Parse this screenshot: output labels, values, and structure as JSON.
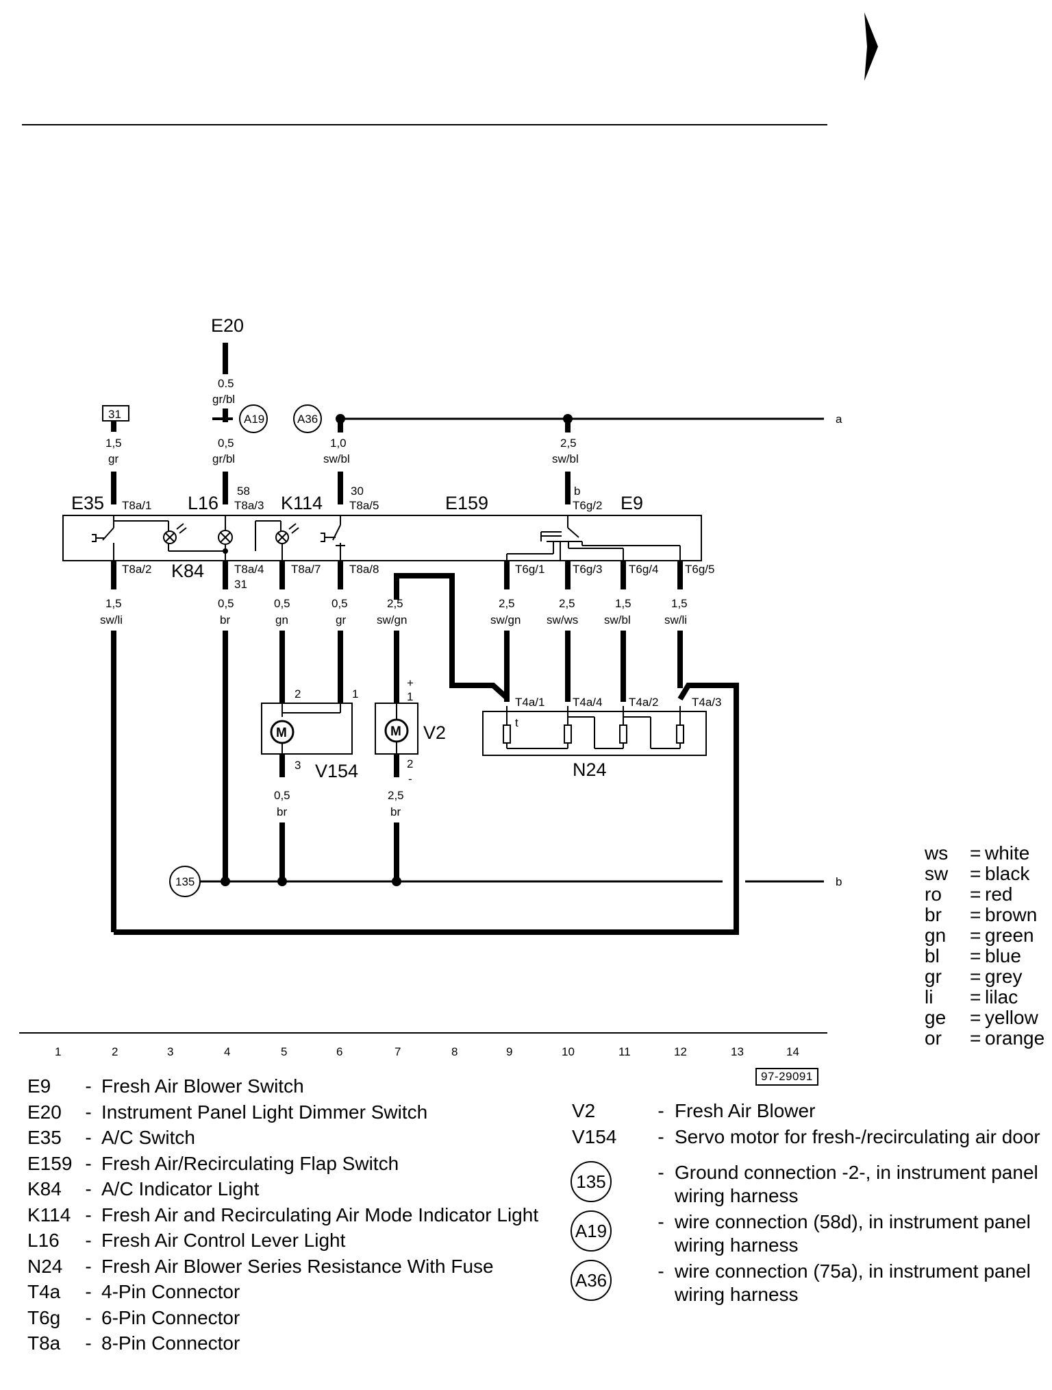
{
  "labels": {
    "e20": "E20",
    "e35": "E35",
    "l16": "L16",
    "k114": "K114",
    "e159": "E159",
    "e9": "E9",
    "k84": "K84",
    "v154": "V154",
    "v2": "V2",
    "n24": "N24",
    "term_31": "31",
    "a19": "A19",
    "a36": "A36",
    "g135": "135",
    "line_a": "a",
    "line_b": "b",
    "pin_58": "58",
    "pin_30": "30",
    "pin_31": "31",
    "pin_b": "b",
    "plus": "+",
    "minus": "-",
    "v154_pin1": "1",
    "v154_pin2": "2",
    "v154_pin3": "3",
    "v2_pin1": "1",
    "v2_pin2": "2"
  },
  "connectors": {
    "t8a1": "T8a/1",
    "t8a3": "T8a/3",
    "t8a5": "T8a/5",
    "t8a2": "T8a/2",
    "t8a4": "T8a/4",
    "t8a7": "T8a/7",
    "t8a8": "T8a/8",
    "t6g2": "T6g/2",
    "t6g1": "T6g/1",
    "t6g3": "T6g/3",
    "t6g4": "T6g/4",
    "t6g5": "T6g/5",
    "t4a1": "T4a/1",
    "t4a4": "T4a/4",
    "t4a2": "T4a/2",
    "t4a3": "T4a/3"
  },
  "wires": {
    "e20_size": "0.5",
    "e20_color": "gr/bl",
    "w2_top_size": "1,5",
    "w2_top_color": "gr",
    "w4_top_size": "0,5",
    "w4_top_color": "gr/bl",
    "w6_top_size": "1,0",
    "w6_top_color": "sw/bl",
    "w10_top_size": "2,5",
    "w10_top_color": "sw/bl",
    "w2_bot_size": "1,5",
    "w2_bot_color": "sw/li",
    "w4_bot_size": "0,5",
    "w4_bot_color": "br",
    "w5_bot_size": "0,5",
    "w5_bot_color": "gn",
    "w6_bot_size": "0,5",
    "w6_bot_color": "gr",
    "w7_bot_size": "2,5",
    "w7_bot_color": "sw/gn",
    "w9_bot_size": "2,5",
    "w9_bot_color": "sw/gn",
    "w10_bot_size": "2,5",
    "w10_bot_color": "sw/ws",
    "w11_bot_size": "1,5",
    "w11_bot_color": "sw/bl",
    "w12_bot_size": "1,5",
    "w12_bot_color": "sw/li",
    "v154_gnd_size": "0,5",
    "v154_gnd_color": "br",
    "v2_gnd_size": "2,5",
    "v2_gnd_color": "br"
  },
  "grid_numbers": [
    "1",
    "2",
    "3",
    "4",
    "5",
    "6",
    "7",
    "8",
    "9",
    "10",
    "11",
    "12",
    "13",
    "14"
  ],
  "figure_id": "97-29091",
  "color_key": [
    {
      "code": "ws",
      "name": "white"
    },
    {
      "code": "sw",
      "name": "black"
    },
    {
      "code": "ro",
      "name": "red"
    },
    {
      "code": "br",
      "name": "brown"
    },
    {
      "code": "gn",
      "name": "green"
    },
    {
      "code": "bl",
      "name": "blue"
    },
    {
      "code": "gr",
      "name": "grey"
    },
    {
      "code": "li",
      "name": "lilac"
    },
    {
      "code": "ge",
      "name": "yellow"
    },
    {
      "code": "or",
      "name": "orange"
    }
  ],
  "legend_left": [
    {
      "code": "E9",
      "desc": "Fresh Air Blower Switch"
    },
    {
      "code": "E20",
      "desc": "Instrument Panel Light Dimmer Switch"
    },
    {
      "code": "E35",
      "desc": "A/C Switch"
    },
    {
      "code": "E159",
      "desc": "Fresh Air/Recirculating Flap Switch"
    },
    {
      "code": "K84",
      "desc": "A/C Indicator Light"
    },
    {
      "code": "K114",
      "desc": "Fresh Air and Recirculating Air Mode Indicator Light"
    },
    {
      "code": "L16",
      "desc": "Fresh Air Control Lever Light"
    },
    {
      "code": "N24",
      "desc": "Fresh Air Blower Series Resistance With Fuse"
    },
    {
      "code": "T4a",
      "desc": "4-Pin Connector"
    },
    {
      "code": "T6g",
      "desc": "6-Pin Connector"
    },
    {
      "code": "T8a",
      "desc": "8-Pin Connector"
    }
  ],
  "legend_right": [
    {
      "code": "V2",
      "desc": "Fresh Air Blower"
    },
    {
      "code": "V154",
      "desc": "Servo motor for fresh-/recirculating air door"
    },
    {
      "code": "135",
      "desc": "Ground connection -2-, in instrument panel wiring harness"
    },
    {
      "code": "A19",
      "desc": "wire connection (58d), in instrument panel wiring harness"
    },
    {
      "code": "A36",
      "desc": "wire connection (75a), in instrument panel wiring harness"
    }
  ]
}
